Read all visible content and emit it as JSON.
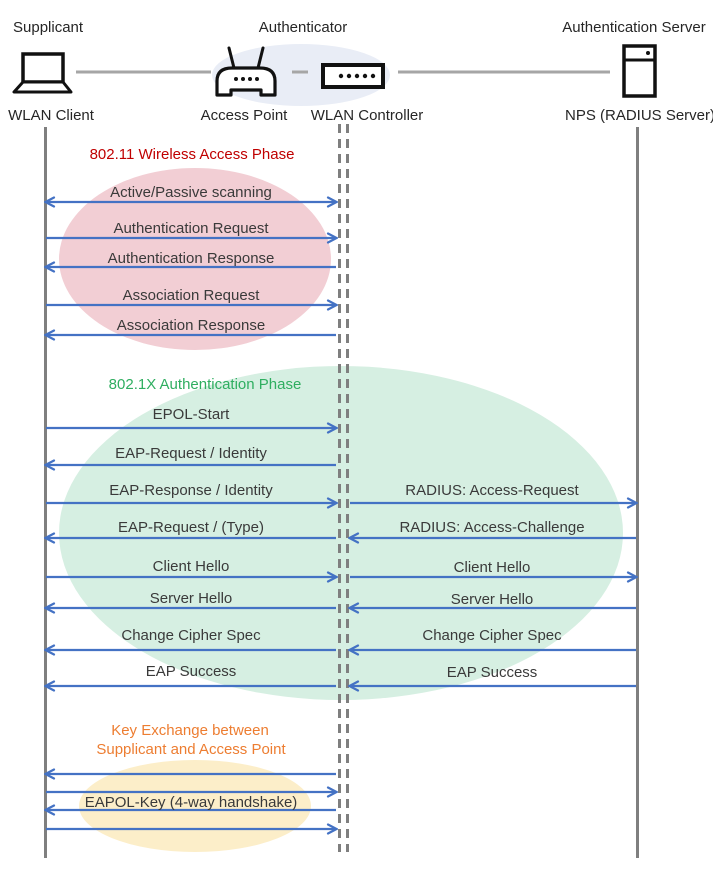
{
  "actors": {
    "supplicant": {
      "role": "Supplicant",
      "device": "WLAN Client"
    },
    "authenticator": {
      "role": "Authenticator",
      "access_point": "Access Point",
      "wlan_controller": "WLAN Controller"
    },
    "authentication_server": {
      "role": "Authentication Server",
      "device": "NPS (RADIUS Server)"
    }
  },
  "phases": {
    "p80211": {
      "title": "802.11 Wireless Access Phase",
      "color": "#C00000"
    },
    "p8021x": {
      "title": "802.1X Authentication Phase",
      "color": "#2FAE60"
    },
    "key_exchange": {
      "line1": "Key Exchange between",
      "line2": "Supplicant and Access Point",
      "color": "#ED7D31"
    }
  },
  "messages": {
    "wlan": [
      {
        "label": "Active/Passive scanning",
        "direction": "both"
      },
      {
        "label": "Authentication Request",
        "direction": "right"
      },
      {
        "label": "Authentication Response",
        "direction": "left"
      },
      {
        "label": "Association Request",
        "direction": "right"
      },
      {
        "label": "Association Response",
        "direction": "left"
      },
      {
        "label": "EPOL-Start",
        "direction": "right"
      },
      {
        "label": "EAP-Request / Identity",
        "direction": "left"
      },
      {
        "label": "EAP-Response / Identity",
        "direction": "right"
      },
      {
        "label": "EAP-Request / (Type)",
        "direction": "left"
      },
      {
        "label": "Client Hello",
        "direction": "right"
      },
      {
        "label": "Server Hello",
        "direction": "left"
      },
      {
        "label": "Change Cipher Spec",
        "direction": "left"
      },
      {
        "label": "EAP Success",
        "direction": "left"
      },
      {
        "label": "EAPOL-Key (4-way handshake)",
        "direction": "left,right,left,right"
      }
    ],
    "radius": [
      {
        "label": "RADIUS: Access-Request",
        "direction": "right"
      },
      {
        "label": "RADIUS: Access-Challenge",
        "direction": "left"
      },
      {
        "label": "Client Hello",
        "direction": "right"
      },
      {
        "label": "Server Hello",
        "direction": "left"
      },
      {
        "label": "Change Cipher Spec",
        "direction": "left"
      },
      {
        "label": "EAP Success",
        "direction": "left"
      }
    ]
  },
  "colors": {
    "arrow": "#4472C4",
    "lifeline": "#7F7F7F",
    "connector": "#A6A6A6",
    "phase_80211_fill": "#F2CED4",
    "phase_8021x_fill": "#D6EFE2",
    "key_exchange_fill": "#FCEEC9",
    "authenticator_fill": "#E9EDF6"
  }
}
